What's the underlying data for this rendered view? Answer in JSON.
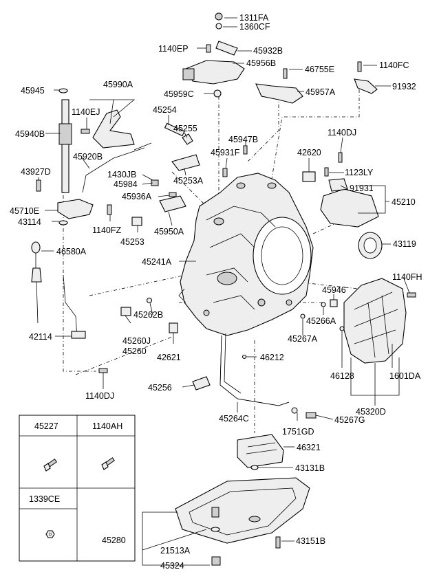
{
  "parts": {
    "p1311FA": "1311FA",
    "p1360CF": "1360CF",
    "p1140EP": "1140EP",
    "p45932B": "45932B",
    "p45956B": "45956B",
    "p46755E": "46755E",
    "p1140FC": "1140FC",
    "p45945": "45945",
    "p45990A": "45990A",
    "p45959C": "45959C",
    "p45957A": "45957A",
    "p91932": "91932",
    "p1140EJ": "1140EJ",
    "p45254": "45254",
    "p45940B": "45940B",
    "p45255": "45255",
    "p45947B": "45947B",
    "p1140DJ_top": "1140DJ",
    "p45920B": "45920B",
    "p45931F": "45931F",
    "p42620": "42620",
    "p43927D": "43927D",
    "p1430JB": "1430JB",
    "p45984": "45984",
    "p45253A": "45253A",
    "p1123LY": "1123LY",
    "p91931": "91931",
    "p45936A": "45936A",
    "p45210": "45210",
    "p45710E": "45710E",
    "p43114": "43114",
    "p1140FZ": "1140FZ",
    "p45253": "45253",
    "p45950A": "45950A",
    "p43119": "43119",
    "p46580A": "46580A",
    "p45241A": "45241A",
    "p1140FH": "1140FH",
    "p45946": "45946",
    "p45262B": "45262B",
    "p45266A": "45266A",
    "p45267A": "45267A",
    "p45260J": "45260J",
    "p45260": "45260",
    "p42621": "42621",
    "p42114": "42114",
    "p46212": "46212",
    "p46128": "46128",
    "p1601DA": "1601DA",
    "p45256": "45256",
    "p1140DJ_bot": "1140DJ",
    "p45320D": "45320D",
    "p45264C": "45264C",
    "p1751GD": "1751GD",
    "p45267G": "45267G",
    "p46321": "46321",
    "p43131B": "43131B",
    "p45280": "45280",
    "p21513A": "21513A",
    "p43151B": "43151B",
    "p45324": "45324"
  },
  "table": {
    "c1": "45227",
    "c2": "1140AH",
    "c3": "1339CE"
  }
}
